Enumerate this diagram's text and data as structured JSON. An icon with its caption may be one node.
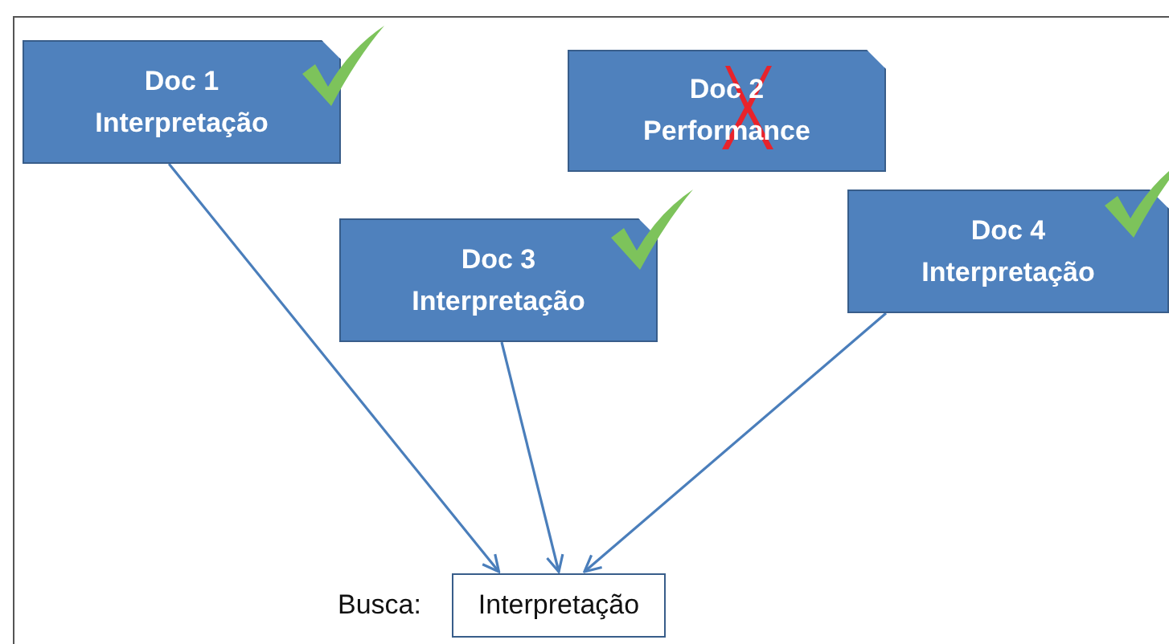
{
  "diagram": {
    "nodes": [
      {
        "text": [
          "Doc 1",
          "Interpretação"
        ]
      },
      {
        "text": [
          "Doc 2",
          "Performance"
        ]
      },
      {
        "text": [
          "Doc 3",
          "Interpretação"
        ]
      },
      {
        "text": [
          "Doc 4",
          "Interpretação"
        ]
      },
      {
        "text": [
          "Interpretação"
        ]
      }
    ],
    "edges": [
      {
        "from": 0,
        "to": 4,
        "arrow": "to"
      },
      {
        "from": 2,
        "to": 4,
        "arrow": "to"
      },
      {
        "from": 3,
        "to": 4,
        "arrow": "to"
      }
    ],
    "labels": [
      "Busca:"
    ]
  }
}
